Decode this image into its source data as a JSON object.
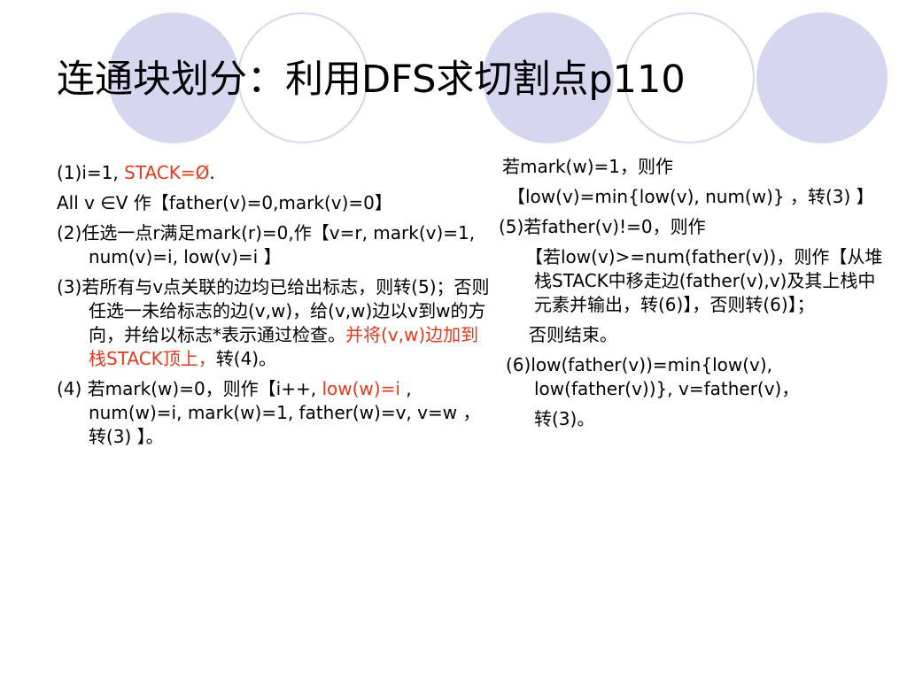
{
  "slide": {
    "title": "连通块划分：利用DFS求切割点p110",
    "accent_color": "#d6d6ef",
    "highlight_color": "#e03a1e",
    "left": {
      "s1_a": "(1)i=1, ",
      "s1_red": "STACK=Ø",
      "s1_b": ".",
      "s2": "All v ∈V 作【father(v)=0,mark(v)=0】",
      "s3": "(2)任选一点r满足mark(r)=0,作【v=r, mark(v)=1, num(v)=i, low(v)=i 】",
      "s4_a": "(3)若所有与v点关联的边均已给出标志，则转(5)；否则任选一未给标志的边(v,w)，给(v,w)边以v到w的方向，并给以标志*表示通过检查。",
      "s4_red": "并将(v,w)边加到栈STACK顶上，",
      "s4_b": "转(4)。",
      "s5_a": "(4) 若mark(w)=0，则作【i++, ",
      "s5_red": "low(w)=i",
      "s5_b": " , num(w)=i, mark(w)=1, father(w)=v, v=w ，转(3) 】。"
    },
    "right": {
      "r1": "若mark(w)=1，则作",
      "r2": "【low(v)=min{low(v), num(w)} ，转(3) 】",
      "r3": "(5)若father(v)!=0，则作",
      "r4": "【若low(v)>=num(father(v))，则作【从堆栈STACK中移走边(father(v),v)及其上栈中元素并输出，转(6)】，否则转(6)】；",
      "r5": "否则结束。",
      "r6": "(6)low(father(v))=min{low(v), low(father(v))}, v=father(v)，",
      "r7": "转(3)。"
    }
  }
}
